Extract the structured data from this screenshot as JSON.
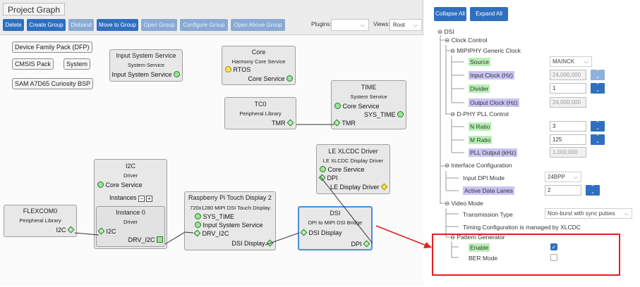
{
  "project_graph": {
    "title": "Project Graph",
    "toolbar": {
      "delete": "Delete",
      "create_group": "Create Group",
      "disband": "Disband",
      "move_to_group": "Move to Group",
      "open_group": "Open Group",
      "configure_group": "Configure Group",
      "open_above_group": "Open Above Group",
      "plugins_label": "Plugins:",
      "plugins_value": "",
      "views_label": "Views:",
      "views_value": "Root"
    },
    "components": {
      "dfp": "Device Family Pack (DFP)",
      "cmsis": "CMSIS Pack",
      "system": "System",
      "bsp": "SAM A7D65 Curiosity BSP",
      "input_system": {
        "title": "Input System Service",
        "sub": "System Service",
        "port": "Input System Service"
      },
      "core": {
        "title": "Core",
        "sub": "Harmony Core Service",
        "port_rtos": "RTOS",
        "port_core": "Core Service"
      },
      "tc0": {
        "title": "TC0",
        "sub": "Peripheral Library",
        "port": "TMR"
      },
      "time": {
        "title": "TIME",
        "sub": "System Service",
        "port_core": "Core Service",
        "port_sys": "SYS_TIME",
        "port_tmr": "TMR"
      },
      "lcdc": {
        "title": "LE XLCDC Driver",
        "sub": "LE XLCDC Display Driver",
        "port_core": "Core Service",
        "port_dpi": "DPI",
        "port_display": "LE Display Driver"
      },
      "i2c": {
        "title": "I2C",
        "sub": "Driver",
        "port_core": "Core Service",
        "instances": "Instances",
        "inst_title": "Instance 0",
        "inst_sub": "Driver",
        "port_i2c": "I2C",
        "port_drv": "DRV_I2C"
      },
      "flexcom": {
        "title": "FLEXCOM0",
        "sub": "Peripheral Library",
        "port": "I2C"
      },
      "rpi": {
        "title": "Raspberry Pi Touch Display 2",
        "sub": "720x1280 MIPI DSI Touch Display",
        "port_sys": "SYS_TIME",
        "port_input": "Input System Service",
        "port_drv": "DRV_I2C",
        "port_dsi": "DSI Display"
      },
      "dsi": {
        "title": "DSI",
        "sub": "DPI to MIPI DSI Bridge",
        "port_dsi": "DSI Display",
        "port_dpi": "DPI"
      }
    }
  },
  "config_panel": {
    "collapse_all": "Collapse All",
    "expand_all": "Expand All",
    "root": "DSI",
    "clock_control": "Clock Control",
    "mipiphy": "MIPIPHY Generic Clock",
    "source_label": "Source",
    "source_value": "MAINCK",
    "input_clock_label": "Input Clock (Hz)",
    "input_clock_value": "24,000,000",
    "divider_label": "Divider",
    "divider_value": "1",
    "output_clock_label": "Output Clock (Hz)",
    "output_clock_value": "24,000,000",
    "dphy": "D-PHY PLL Control",
    "n_ratio_label": "N Ratio",
    "n_ratio_value": "3",
    "m_ratio_label": "M Ratio",
    "m_ratio_value": "125",
    "pll_output_label": "PLL Output (kHz)",
    "pll_output_value": "1,000,000",
    "interface_config": "Interface Configuration",
    "input_dpi_label": "Input DPI Mode",
    "input_dpi_value": "24BPP",
    "active_lanes_label": "Active Data Lanes",
    "active_lanes_value": "2",
    "video_mode": "Video Mode",
    "transmission_label": "Transmission Type",
    "transmission_value": "Non-burst with sync pulses",
    "timing_text": "Timing Configuration is managed by XLCDC",
    "pattern_gen": "Pattern Generator",
    "enable_label": "Enable",
    "enable_checked": true,
    "ber_label": "BER Mode",
    "ber_checked": false
  },
  "colors": {
    "accent": "#2f6fbf",
    "highlight_red": "#e02020",
    "port_green": "#9be39b",
    "param_green": "#b9f0b4",
    "param_purple": "#c8c5f2"
  }
}
